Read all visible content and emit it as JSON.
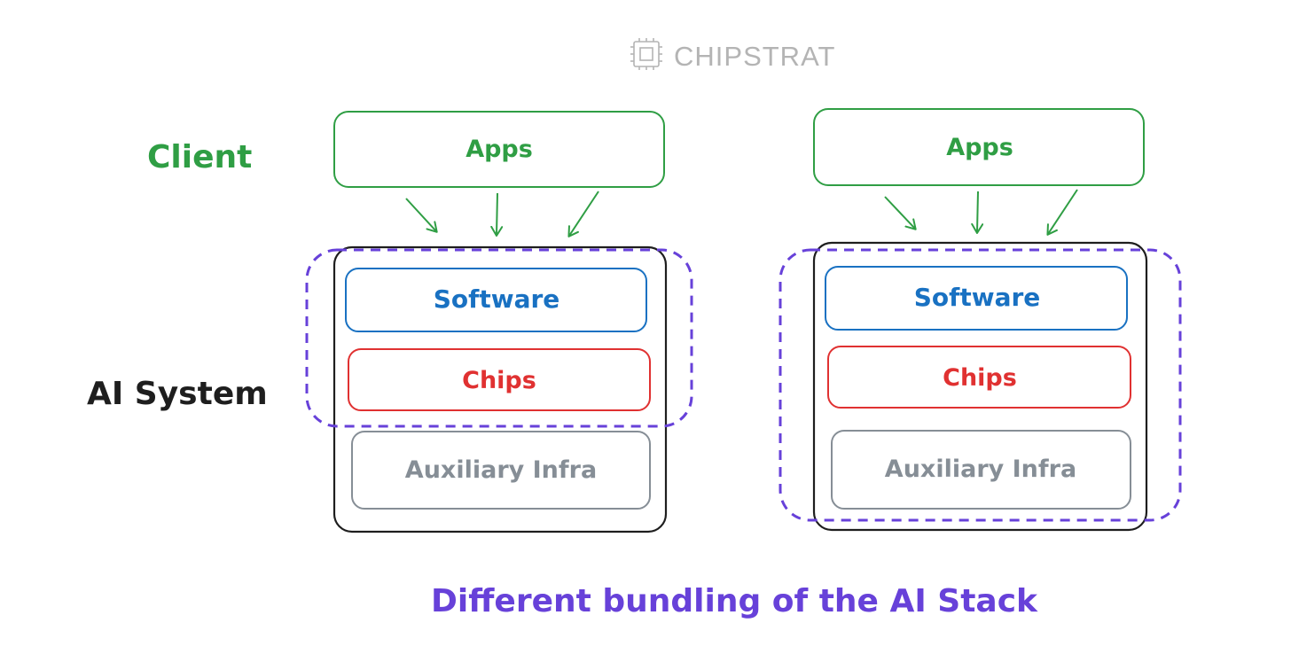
{
  "brand": {
    "logo_text": "CHIPSTRAT"
  },
  "row_labels": {
    "client": "Client",
    "ai_system": "AI System"
  },
  "left_stack": {
    "apps": "Apps",
    "software": "Software",
    "chips": "Chips",
    "auxiliary": "Auxiliary Infra"
  },
  "right_stack": {
    "apps": "Apps",
    "software": "Software",
    "chips": "Chips",
    "auxiliary": "Auxiliary Infra"
  },
  "caption": "Different bundling of the AI Stack",
  "colors": {
    "client_green": "#2f9e44",
    "software_blue": "#1971c2",
    "chips_red": "#e03131",
    "auxiliary_gray": "#868e96",
    "bundle_purple": "#6741d9",
    "outline_black": "#1e1e1e",
    "logo_gray": "#b4b4b4"
  }
}
